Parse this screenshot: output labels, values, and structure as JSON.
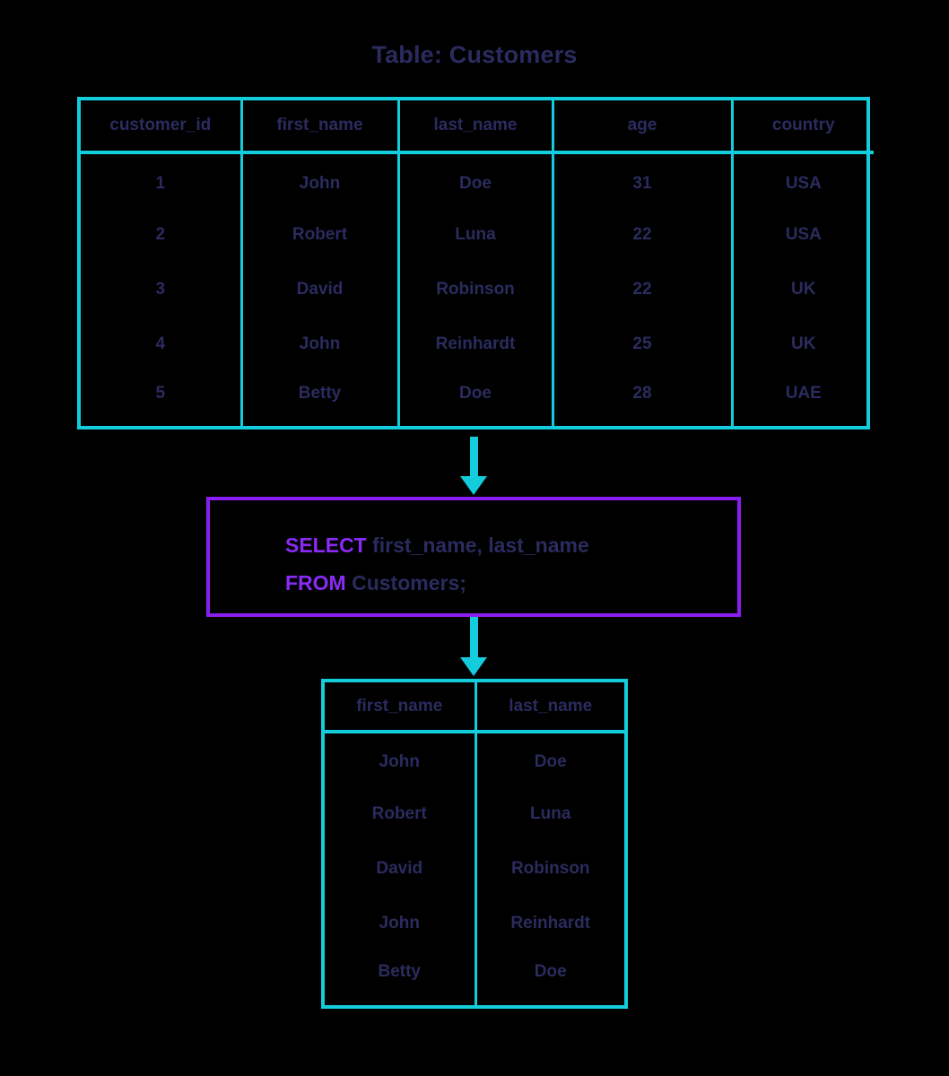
{
  "title": "Table: Customers",
  "colors": {
    "table_border": "#13ccdc",
    "query_border": "#8a1ef0",
    "keyword": "#8a2bf5",
    "text": "#2b2b5f",
    "arrow": "#13ccdc",
    "background": "#000000"
  },
  "source_table": {
    "name": "Customers",
    "columns": [
      "customer_id",
      "first_name",
      "last_name",
      "age",
      "country"
    ],
    "rows": [
      [
        "1",
        "John",
        "Doe",
        "31",
        "USA"
      ],
      [
        "2",
        "Robert",
        "Luna",
        "22",
        "USA"
      ],
      [
        "3",
        "David",
        "Robinson",
        "22",
        "UK"
      ],
      [
        "4",
        "John",
        "Reinhardt",
        "25",
        "UK"
      ],
      [
        "5",
        "Betty",
        "Doe",
        "28",
        "UAE"
      ]
    ]
  },
  "query": {
    "line1_keyword": "SELECT",
    "line1_rest": "first_name, last_name",
    "line2_keyword": "FROM",
    "line2_rest": "Customers;"
  },
  "result_table": {
    "columns": [
      "first_name",
      "last_name"
    ],
    "rows": [
      [
        "John",
        "Doe"
      ],
      [
        "Robert",
        "Luna"
      ],
      [
        "David",
        "Robinson"
      ],
      [
        "John",
        "Reinhardt"
      ],
      [
        "Betty",
        "Doe"
      ]
    ]
  },
  "arrows": [
    {
      "name": "arrow-table-to-query",
      "direction": "down"
    },
    {
      "name": "arrow-query-to-result",
      "direction": "down"
    }
  ]
}
